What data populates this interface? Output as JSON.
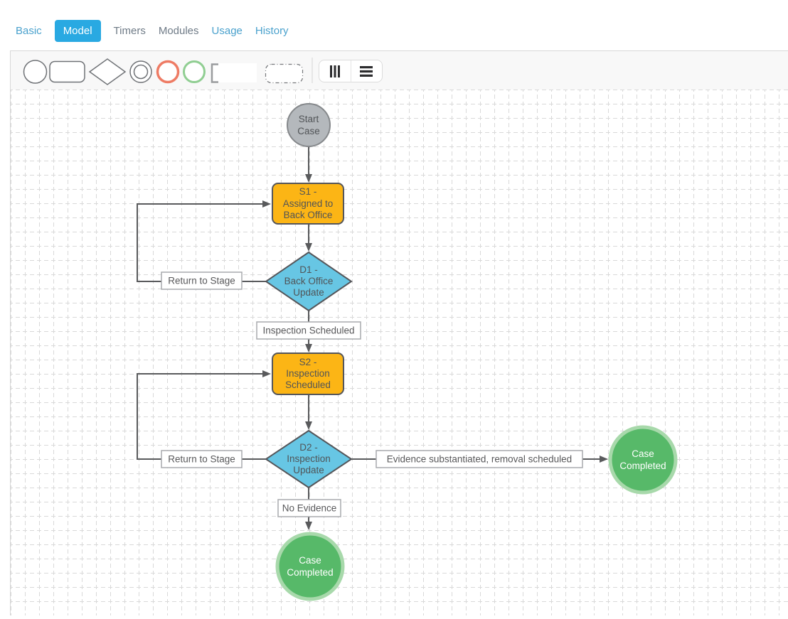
{
  "tabs": {
    "items": [
      {
        "label": "Basic",
        "style": "link"
      },
      {
        "label": "Model",
        "style": "active"
      },
      {
        "label": "Timers",
        "style": "muted"
      },
      {
        "label": "Modules",
        "style": "muted"
      },
      {
        "label": "Usage",
        "style": "link"
      },
      {
        "label": "History",
        "style": "link"
      }
    ]
  },
  "toolbar": {
    "shape_icons": [
      "circle-shape",
      "rounded-rectangle-shape",
      "diamond-shape",
      "double-circle-shape",
      "red-circle-shape",
      "green-circle-shape",
      "text-annotation-shape",
      "dashed-group-shape"
    ],
    "buttons": [
      "columns-icon",
      "menu-icon"
    ]
  },
  "flow": {
    "start": {
      "lines": [
        "Start",
        "Case"
      ]
    },
    "s1": {
      "lines": [
        "S1 -",
        "Assigned to",
        "Back Office"
      ]
    },
    "d1": {
      "lines": [
        "D1 -",
        "Back Office",
        "Update"
      ]
    },
    "s2": {
      "lines": [
        "S2 -",
        "Inspection",
        "Scheduled"
      ]
    },
    "d2": {
      "lines": [
        "D2 -",
        "Inspection",
        "Update"
      ]
    },
    "end_right": {
      "lines": [
        "Case",
        "Completed"
      ]
    },
    "end_bottom": {
      "lines": [
        "Case",
        "Completed"
      ]
    },
    "labels": {
      "return_to_stage_d1": "Return to Stage",
      "inspection_scheduled": "Inspection Scheduled",
      "return_to_stage_d2": "Return to Stage",
      "evidence_substantiated": "Evidence substantiated, removal scheduled",
      "no_evidence": "No Evidence"
    }
  },
  "colors": {
    "tab_active_bg": "#29a9e2",
    "tab_link": "#4aa1cd",
    "tab_muted": "#6f7b87",
    "stage_fill": "#fcb515",
    "decision_fill": "#67c6e4",
    "start_fill": "#b4b8bc",
    "start_border": "#85888b",
    "end_fill": "#57b969",
    "end_ring": "#a8d9ab",
    "node_border": "#55565a",
    "line": "#595a5c",
    "grid": "#d9d9d9"
  }
}
